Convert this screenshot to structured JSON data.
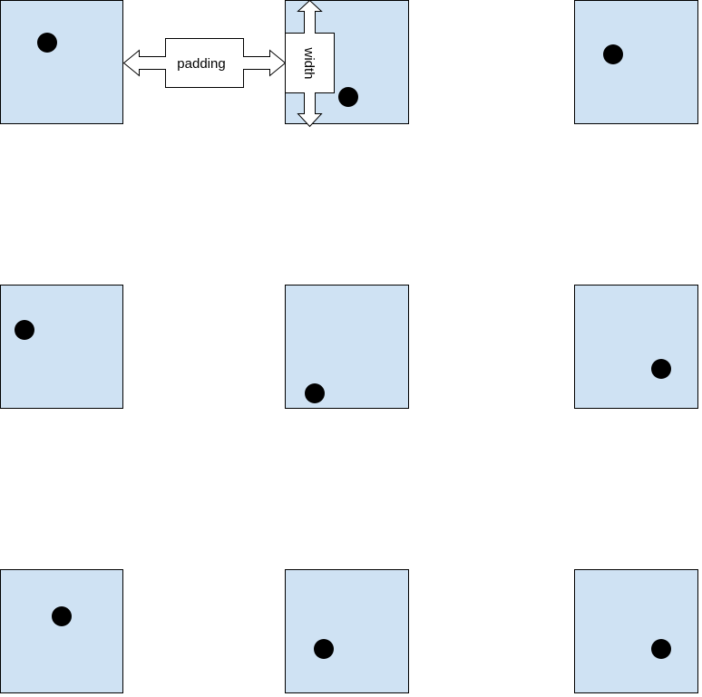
{
  "colors": {
    "cell_fill": "#cfe2f3",
    "cell_stroke": "#000000",
    "dot_fill": "#000000",
    "arrow_fill": "#ffffff",
    "arrow_stroke": "#000000"
  },
  "labels": {
    "padding": "padding",
    "width": "width"
  },
  "grid": {
    "rows": 3,
    "columns": 3
  }
}
